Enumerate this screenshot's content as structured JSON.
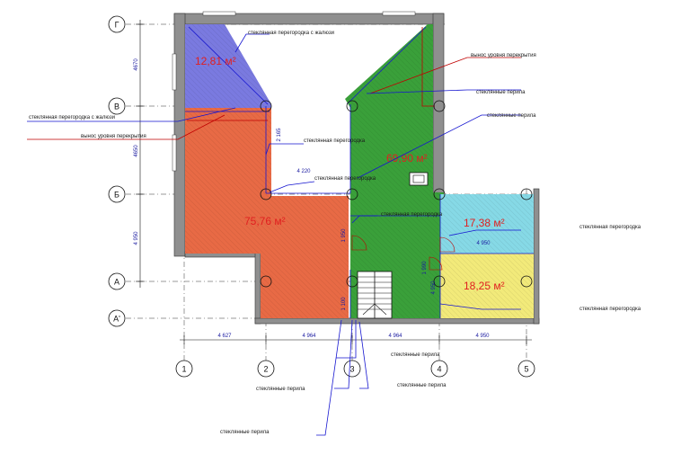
{
  "axes": {
    "rows": [
      "Г",
      "В",
      "Б",
      "А",
      "А'"
    ],
    "columns": [
      "1",
      "2",
      "3",
      "4",
      "5"
    ]
  },
  "rooms": [
    {
      "area": "12,81 м²",
      "color": "#7a7ae0"
    },
    {
      "area": "75,76 м²",
      "color": "#e86a45"
    },
    {
      "area": "69,90 м²",
      "color": "#3aa03a"
    },
    {
      "area": "17,38 м²",
      "color": "#86d9e6"
    },
    {
      "area": "18,25 м²",
      "color": "#f2ea7a"
    }
  ],
  "dimensions": {
    "bottom": [
      "4 627",
      "4 964",
      "4 964",
      "4 950"
    ],
    "left": [
      "4670",
      "4650",
      "4 950"
    ],
    "inner": [
      "4 220",
      "4 950",
      "2 165",
      "1 950",
      "1 100",
      "1 990",
      "4 950"
    ]
  },
  "annotations": {
    "glass_partition_blinds_top": "стеклянная перегородка с жалюзи",
    "slab_projection_right": "вынос уровня перекрытия",
    "glass_railing_right_1": "стеклянные перила",
    "glass_railing_right_2": "стеклянные перила",
    "glass_partition_blinds_left": "стеклянная перегородка с жалюзи",
    "slab_projection_left": "вынос уровня перекрытия",
    "glass_partition_center_1": "стеклянная перегородка",
    "glass_partition_center_2": "стеклянная перегородка",
    "glass_partition_center_3": "стеклянная перегородка",
    "glass_partition_right_1": "стеклянная перегородка",
    "glass_partition_right_2": "стеклянная перегородка",
    "glass_railing_bottom_1": "стеклянные перила",
    "glass_railing_bottom_2": "стеклянные перила",
    "glass_railing_bottom_3": "стеклянные перила",
    "glass_railing_bottom_4": "стеклянные перила"
  }
}
